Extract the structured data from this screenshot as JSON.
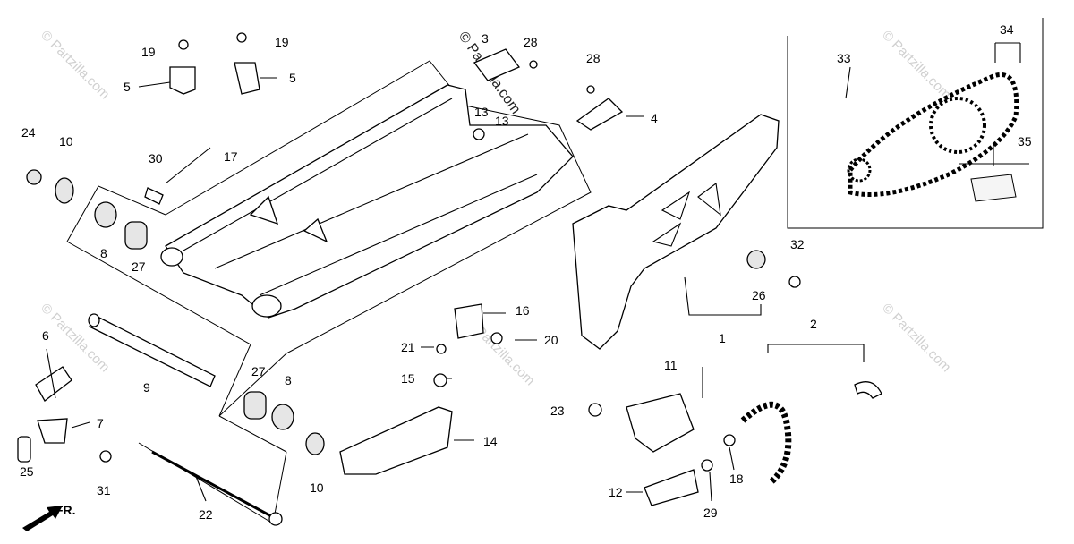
{
  "watermark": {
    "text": "© Partzilla.com",
    "dark_text": "© Partzilla.com"
  },
  "front_arrow_label": "FR.",
  "callouts": [
    {
      "num": "1"
    },
    {
      "num": "2"
    },
    {
      "num": "3"
    },
    {
      "num": "4"
    },
    {
      "num": "5"
    },
    {
      "num": "5"
    },
    {
      "num": "6"
    },
    {
      "num": "7"
    },
    {
      "num": "8"
    },
    {
      "num": "8"
    },
    {
      "num": "9"
    },
    {
      "num": "10"
    },
    {
      "num": "10"
    },
    {
      "num": "11"
    },
    {
      "num": "12"
    },
    {
      "num": "13"
    },
    {
      "num": "13"
    },
    {
      "num": "14"
    },
    {
      "num": "15"
    },
    {
      "num": "16"
    },
    {
      "num": "17"
    },
    {
      "num": "18"
    },
    {
      "num": "19"
    },
    {
      "num": "19"
    },
    {
      "num": "20"
    },
    {
      "num": "21"
    },
    {
      "num": "22"
    },
    {
      "num": "23"
    },
    {
      "num": "24"
    },
    {
      "num": "25"
    },
    {
      "num": "26"
    },
    {
      "num": "27"
    },
    {
      "num": "27"
    },
    {
      "num": "28"
    },
    {
      "num": "28"
    },
    {
      "num": "29"
    },
    {
      "num": "30"
    },
    {
      "num": "31"
    },
    {
      "num": "32"
    },
    {
      "num": "33"
    },
    {
      "num": "34"
    },
    {
      "num": "35"
    }
  ]
}
